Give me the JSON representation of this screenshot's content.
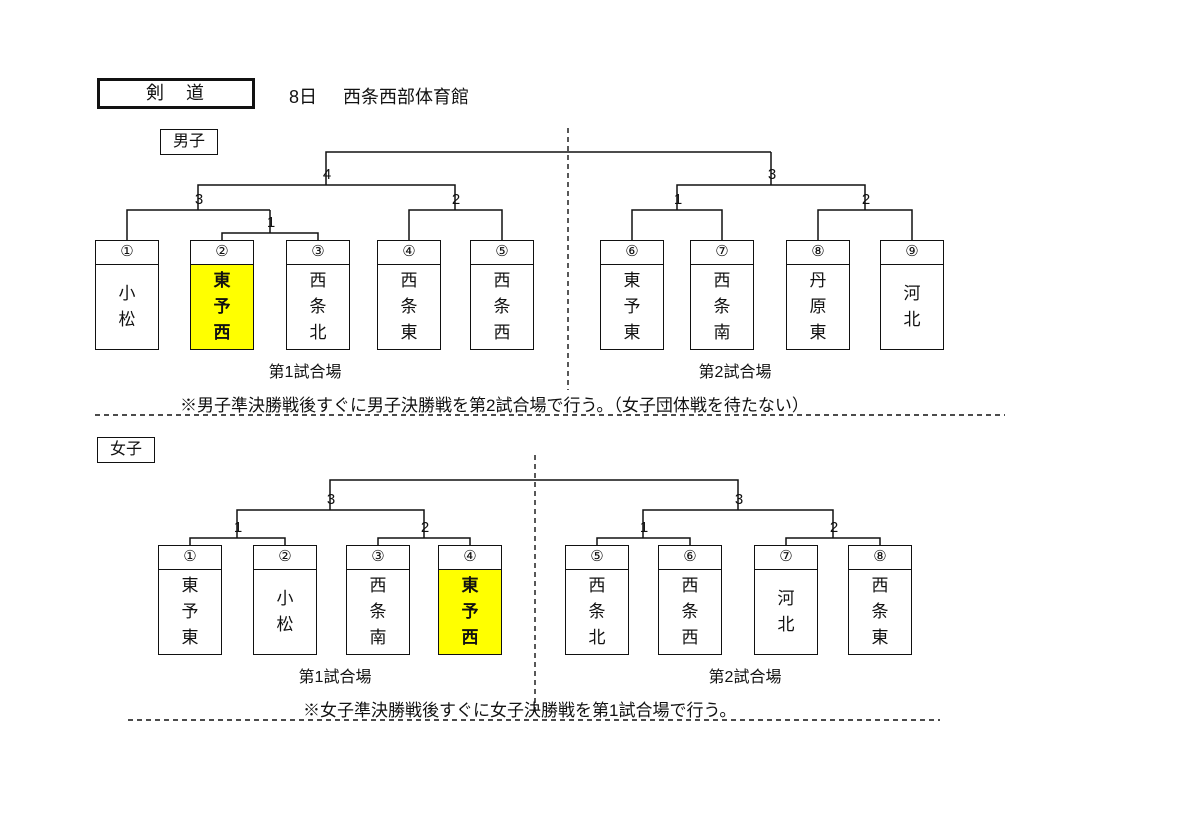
{
  "header": {
    "title": "剣　道",
    "date": "8日",
    "venue": "西条西部体育館"
  },
  "highlight_color": "#ffff00",
  "men": {
    "section_label": "男子",
    "teams": [
      {
        "seed": "①",
        "name": "小松",
        "highlight": false
      },
      {
        "seed": "②",
        "name": "東予西",
        "highlight": true
      },
      {
        "seed": "③",
        "name": "西条北",
        "highlight": false
      },
      {
        "seed": "④",
        "name": "西条東",
        "highlight": false
      },
      {
        "seed": "⑤",
        "name": "西条西",
        "highlight": false
      },
      {
        "seed": "⑥",
        "name": "東予東",
        "highlight": false
      },
      {
        "seed": "⑦",
        "name": "西条南",
        "highlight": false
      },
      {
        "seed": "⑧",
        "name": "丹原東",
        "highlight": false
      },
      {
        "seed": "⑨",
        "name": "河北",
        "highlight": false
      }
    ],
    "matches": {
      "m1": "1",
      "m2": "2",
      "m3": "3",
      "sf": "4",
      "r1": "1",
      "r2": "2",
      "rsf": "3"
    },
    "venue_left": "第1試合場",
    "venue_right": "第2試合場",
    "note": "※男子準決勝戦後すぐに男子決勝戦を第2試合場で行う。（女子団体戦を待たない）"
  },
  "women": {
    "section_label": "女子",
    "teams": [
      {
        "seed": "①",
        "name": "東予東",
        "highlight": false
      },
      {
        "seed": "②",
        "name": "小松",
        "highlight": false
      },
      {
        "seed": "③",
        "name": "西条南",
        "highlight": false
      },
      {
        "seed": "④",
        "name": "東予西",
        "highlight": true
      },
      {
        "seed": "⑤",
        "name": "西条北",
        "highlight": false
      },
      {
        "seed": "⑥",
        "name": "西条西",
        "highlight": false
      },
      {
        "seed": "⑦",
        "name": "河北",
        "highlight": false
      },
      {
        "seed": "⑧",
        "name": "西条東",
        "highlight": false
      }
    ],
    "matches": {
      "m1": "1",
      "m2": "2",
      "sf": "3",
      "r1": "1",
      "r2": "2",
      "rsf": "3"
    },
    "venue_left": "第1試合場",
    "venue_right": "第2試合場",
    "note": "※女子準決勝戦後すぐに女子決勝戦を第1試合場で行う。"
  }
}
